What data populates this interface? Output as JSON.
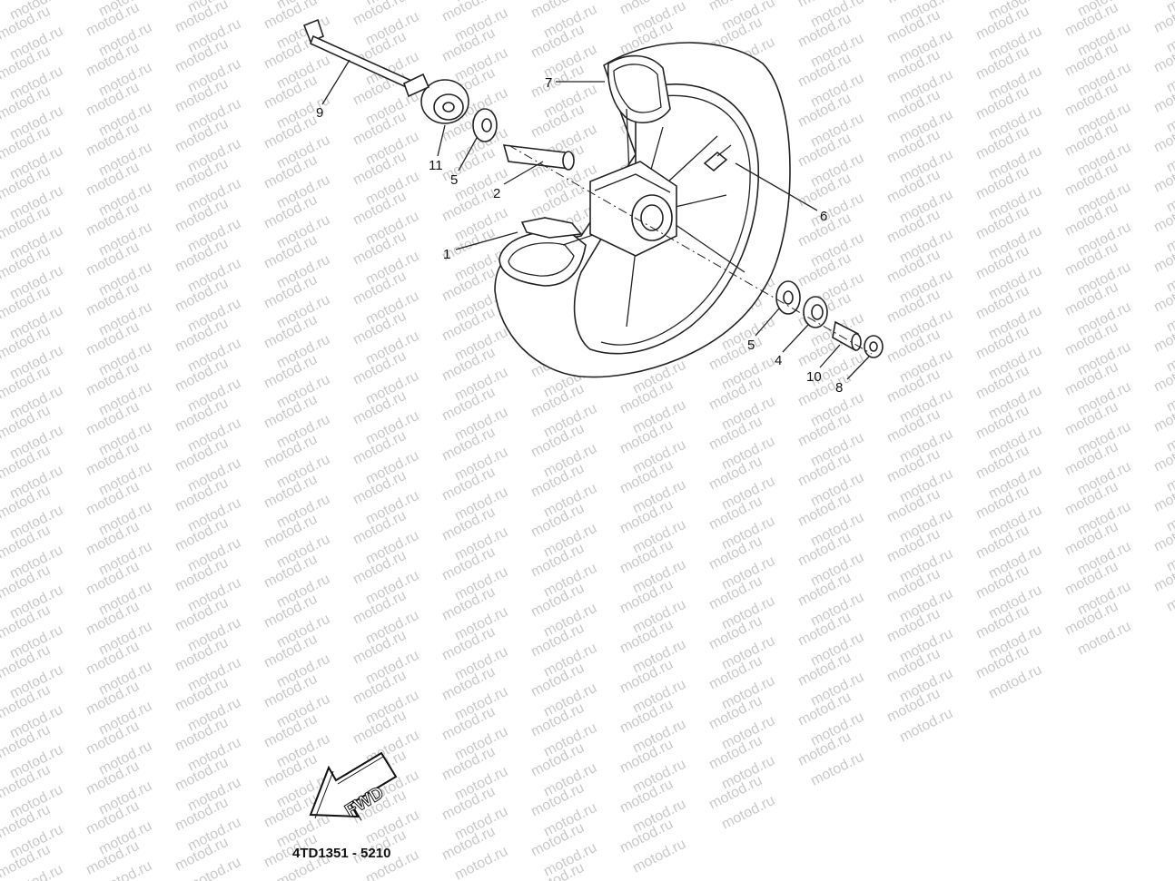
{
  "watermark": {
    "text": "motod.ru",
    "color": "#c9c9c9"
  },
  "callouts": [
    {
      "id": "p9",
      "label": "9"
    },
    {
      "id": "p11",
      "label": "11"
    },
    {
      "id": "p5a",
      "label": "5"
    },
    {
      "id": "p2",
      "label": "2"
    },
    {
      "id": "p7",
      "label": "7"
    },
    {
      "id": "p6",
      "label": "6"
    },
    {
      "id": "p1",
      "label": "1"
    },
    {
      "id": "p5b",
      "label": "5"
    },
    {
      "id": "p4",
      "label": "4"
    },
    {
      "id": "p10",
      "label": "10"
    },
    {
      "id": "p8",
      "label": "8"
    }
  ],
  "direction_arrow": {
    "text": "FWD",
    "icon": "fwd-arrow-icon"
  },
  "diagram_code": "4TD1351 - 5210"
}
